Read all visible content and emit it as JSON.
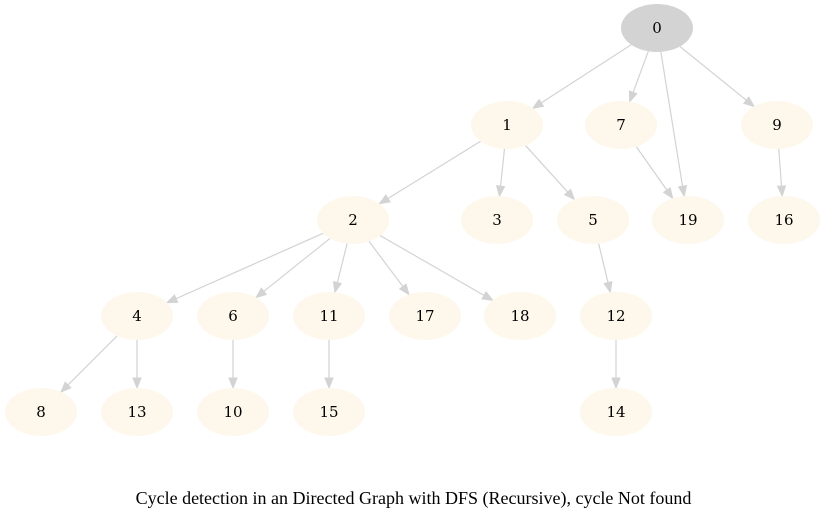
{
  "caption": "Cycle detection in an Directed Graph with DFS (Recursive), cycle Not found",
  "colors": {
    "root_fill": "#d3d3d3",
    "node_fill": "#fdf8eb",
    "edge": "#d3d3d3",
    "text": "#000000"
  },
  "graph": {
    "root": "0",
    "nodes": [
      "0",
      "1",
      "7",
      "9",
      "2",
      "3",
      "5",
      "19",
      "16",
      "4",
      "6",
      "11",
      "17",
      "18",
      "12",
      "8",
      "13",
      "10",
      "15",
      "14"
    ],
    "edges": [
      [
        "0",
        "1"
      ],
      [
        "0",
        "7"
      ],
      [
        "0",
        "19"
      ],
      [
        "0",
        "9"
      ],
      [
        "1",
        "2"
      ],
      [
        "1",
        "3"
      ],
      [
        "1",
        "5"
      ],
      [
        "7",
        "19"
      ],
      [
        "9",
        "16"
      ],
      [
        "2",
        "4"
      ],
      [
        "2",
        "6"
      ],
      [
        "2",
        "11"
      ],
      [
        "2",
        "17"
      ],
      [
        "2",
        "18"
      ],
      [
        "5",
        "12"
      ],
      [
        "4",
        "8"
      ],
      [
        "4",
        "13"
      ],
      [
        "6",
        "10"
      ],
      [
        "11",
        "15"
      ],
      [
        "12",
        "14"
      ]
    ]
  }
}
